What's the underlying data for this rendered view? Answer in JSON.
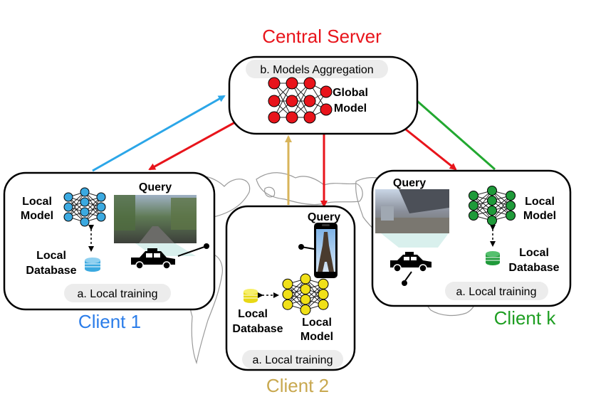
{
  "server": {
    "title": "Central Server",
    "aggregation": "b. Models Aggregation",
    "model_line1": "Global",
    "model_line2": "Model"
  },
  "clients": [
    {
      "name": "Client 1",
      "model_line1": "Local",
      "model_line2": "Model",
      "db_line1": "Local",
      "db_line2": "Database",
      "query": "Query",
      "training": "a. Local training"
    },
    {
      "name": "Client 2",
      "model_line1": "Local",
      "model_line2": "Model",
      "db_line1": "Local",
      "db_line2": "Database",
      "query": "Query",
      "training": "a. Local training"
    },
    {
      "name": "Client k",
      "model_line1": "Local",
      "model_line2": "Model",
      "db_line1": "Local",
      "db_line2": "Database",
      "query": "Query",
      "training": "a. Local training"
    }
  ],
  "colors": {
    "server": "#e8141b",
    "client1": "#2b7de9",
    "client2": "#c8a84f",
    "clientk": "#1e9e22",
    "node_client1": "#3ba9e0",
    "node_client2": "#f0e018",
    "node_clientk": "#1f9a3a",
    "node_server": "#e8141b",
    "arrow_client1": "#2ba6e8",
    "arrow_client2": "#d8b45a",
    "arrow_clientk": "#22a830",
    "arrow_server": "#e8141b"
  },
  "icons": [
    "car-icon",
    "smartphone-icon",
    "database-icon",
    "neural-network-icon",
    "street-photo"
  ]
}
